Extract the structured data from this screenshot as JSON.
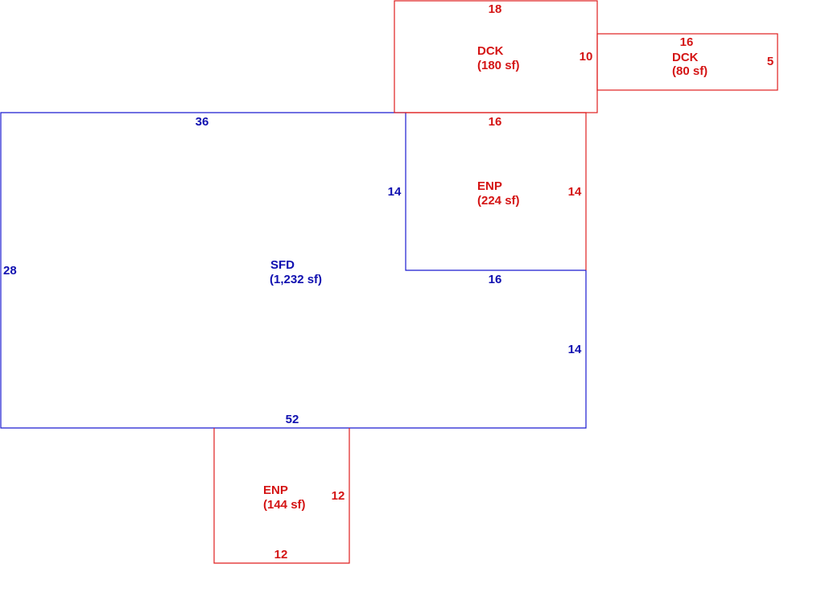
{
  "colors": {
    "main_structure": "#1a1ad0",
    "main_text": "#1010b0",
    "addition_structure": "#e01e1e",
    "addition_text": "#d41414",
    "background": "#ffffff"
  },
  "areas": {
    "sfd": {
      "code": "SFD",
      "area": "(1,232 sf)"
    },
    "deck_large": {
      "code": "DCK",
      "area": "(180 sf)"
    },
    "deck_small": {
      "code": "DCK",
      "area": "(80 sf)"
    },
    "porch_upper": {
      "code": "ENP",
      "area": "(224 sf)"
    },
    "porch_lower": {
      "code": "ENP",
      "area": "(144 sf)"
    }
  },
  "dimensions": {
    "sfd": {
      "top": "36",
      "left": "28",
      "step_vertical": "14",
      "step_horizontal": "16",
      "right": "14",
      "bottom": "52"
    },
    "deck_large": {
      "top": "18",
      "right": "10"
    },
    "deck_small": {
      "top": "16",
      "right": "5"
    },
    "porch_upper": {
      "top": "16",
      "right": "14"
    },
    "porch_lower": {
      "right": "12",
      "bottom": "12"
    }
  }
}
